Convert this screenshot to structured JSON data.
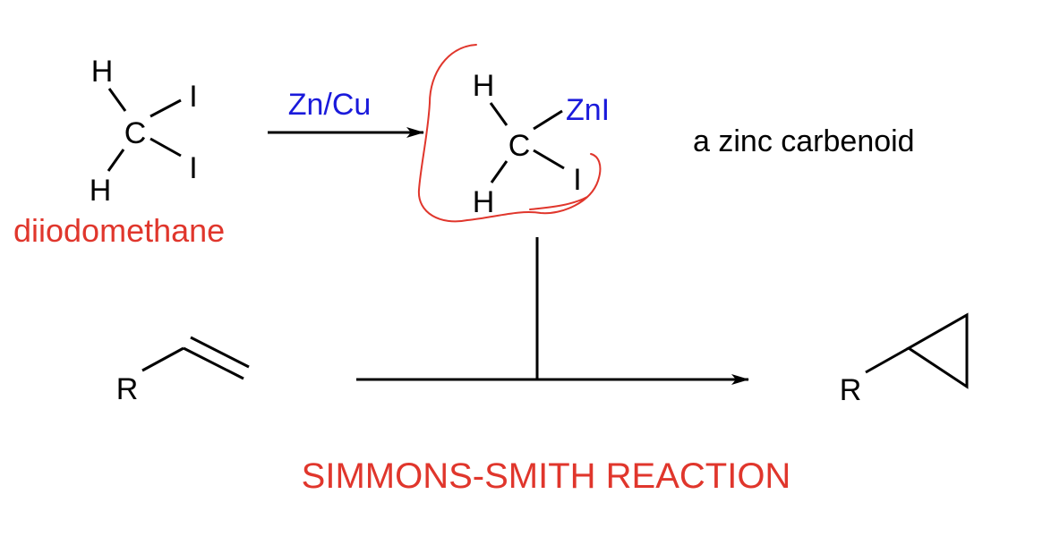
{
  "colors": {
    "ink": "#000000",
    "reagent": "#1a1adb",
    "highlight": "#e0362c"
  },
  "diiodomethane": {
    "atom_c": "C",
    "atom_h_top": "H",
    "atom_h_bottom": "H",
    "atom_i_top": "I",
    "atom_i_bottom": "I",
    "name": "diiodomethane"
  },
  "reagent": {
    "label": "Zn/Cu"
  },
  "carbenoid": {
    "atom_c": "C",
    "atom_h_top": "H",
    "atom_h_bottom": "H",
    "group_zni": "ZnI",
    "atom_i": "I",
    "description": "a zinc carbenoid"
  },
  "alkene": {
    "atom_r": "R"
  },
  "product": {
    "atom_r": "R"
  },
  "reaction": {
    "name": "SIMMONS-SMITH REACTION"
  }
}
